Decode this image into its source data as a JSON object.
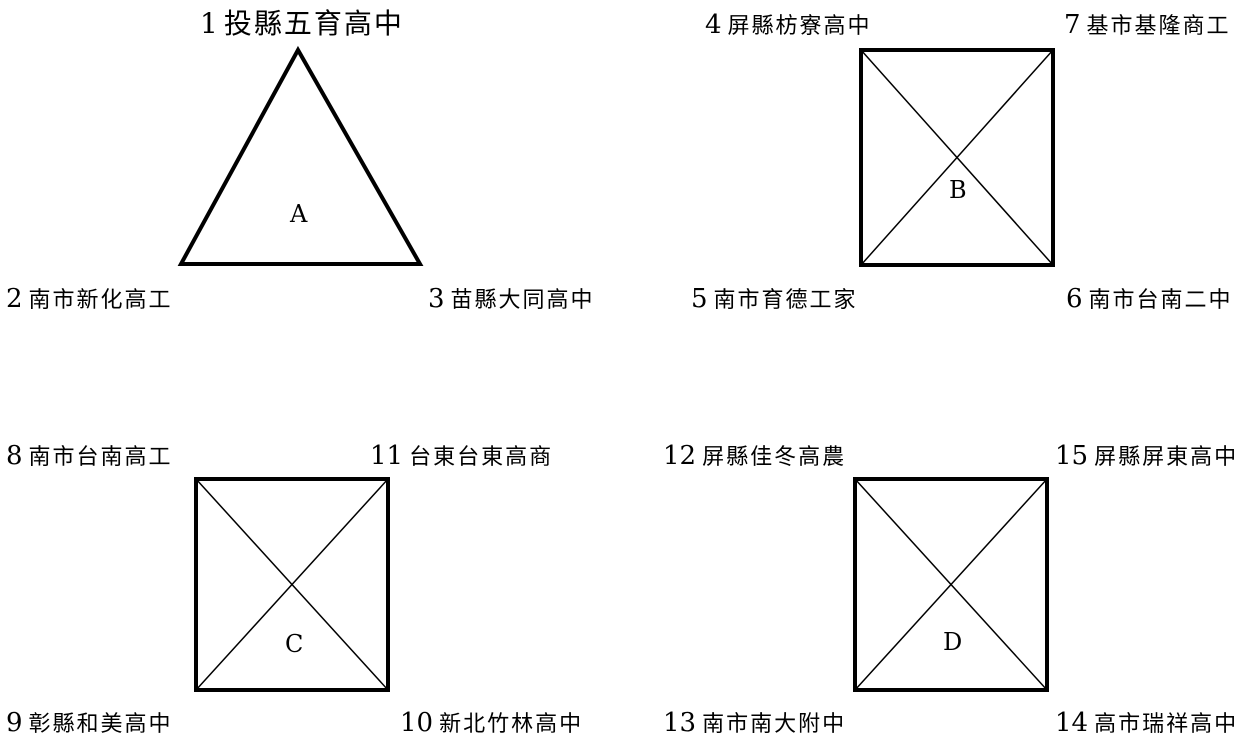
{
  "groups": {
    "A": {
      "letter": "A",
      "teams": [
        {
          "seed": "1",
          "name": "投縣五育高中"
        },
        {
          "seed": "2",
          "name": "南市新化高工"
        },
        {
          "seed": "3",
          "name": "苗縣大同高中"
        }
      ]
    },
    "B": {
      "letter": "B",
      "teams": [
        {
          "seed": "4",
          "name": "屏縣枋寮高中"
        },
        {
          "seed": "7",
          "name": "基市基隆商工"
        },
        {
          "seed": "5",
          "name": "南市育德工家"
        },
        {
          "seed": "6",
          "name": "南市台南二中"
        }
      ]
    },
    "C": {
      "letter": "C",
      "teams": [
        {
          "seed": "8",
          "name": "南市台南高工"
        },
        {
          "seed": "11",
          "name": "台東台東高商"
        },
        {
          "seed": "9",
          "name": "彰縣和美高中"
        },
        {
          "seed": "10",
          "name": "新北竹林高中"
        }
      ]
    },
    "D": {
      "letter": "D",
      "teams": [
        {
          "seed": "12",
          "name": "屏縣佳冬高農"
        },
        {
          "seed": "15",
          "name": "屏縣屏東高中"
        },
        {
          "seed": "13",
          "name": "南市南大附中"
        },
        {
          "seed": "14",
          "name": "高市瑞祥高中"
        }
      ]
    }
  }
}
